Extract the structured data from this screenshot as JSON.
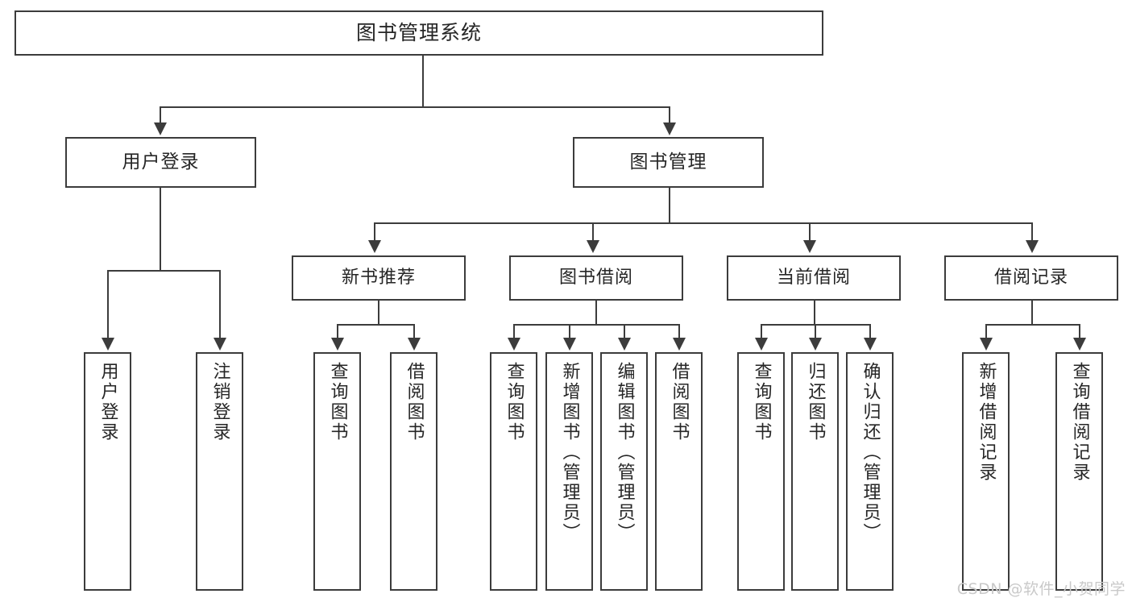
{
  "diagram": {
    "type": "tree",
    "title": "图书管理系统",
    "watermark": "CSDN @软件_小贺同学",
    "colors": {
      "background": "#ffffff",
      "box_border": "#3c3c3c",
      "text": "#262626",
      "connector": "#3c3c3c",
      "watermark": "#c9c9c9"
    },
    "levels": {
      "root": {
        "label": "图书管理系统"
      },
      "level2": [
        {
          "id": "user-login",
          "label": "用户登录"
        },
        {
          "id": "book-manage",
          "label": "图书管理"
        }
      ],
      "level3": [
        {
          "id": "new-book-recommend",
          "label": "新书推荐",
          "parent": "book-manage"
        },
        {
          "id": "book-borrow",
          "label": "图书借阅",
          "parent": "book-manage"
        },
        {
          "id": "current-borrow",
          "label": "当前借阅",
          "parent": "book-manage"
        },
        {
          "id": "borrow-record",
          "label": "借阅记录",
          "parent": "book-manage"
        }
      ],
      "leaves": [
        {
          "id": "leaf-user-login",
          "label": "用户登录",
          "parent": "user-login"
        },
        {
          "id": "leaf-logout",
          "label": "注销登录",
          "parent": "user-login"
        },
        {
          "id": "leaf-query-book-1",
          "label": "查询图书",
          "parent": "new-book-recommend"
        },
        {
          "id": "leaf-borrow-book-1",
          "label": "借阅图书",
          "parent": "new-book-recommend"
        },
        {
          "id": "leaf-query-book-2",
          "label": "查询图书",
          "parent": "book-borrow"
        },
        {
          "id": "leaf-add-book",
          "label": "新增图书（管理员）",
          "parent": "book-borrow"
        },
        {
          "id": "leaf-edit-book",
          "label": "编辑图书（管理员）",
          "parent": "book-borrow"
        },
        {
          "id": "leaf-borrow-book-2",
          "label": "借阅图书",
          "parent": "book-borrow"
        },
        {
          "id": "leaf-query-book-3",
          "label": "查询图书",
          "parent": "current-borrow"
        },
        {
          "id": "leaf-return-book",
          "label": "归还图书",
          "parent": "current-borrow"
        },
        {
          "id": "leaf-confirm-return",
          "label": "确认归还（管理员）",
          "parent": "current-borrow"
        },
        {
          "id": "leaf-add-record",
          "label": "新增借阅记录",
          "parent": "borrow-record"
        },
        {
          "id": "leaf-query-record",
          "label": "查询借阅记录",
          "parent": "borrow-record"
        }
      ]
    }
  }
}
